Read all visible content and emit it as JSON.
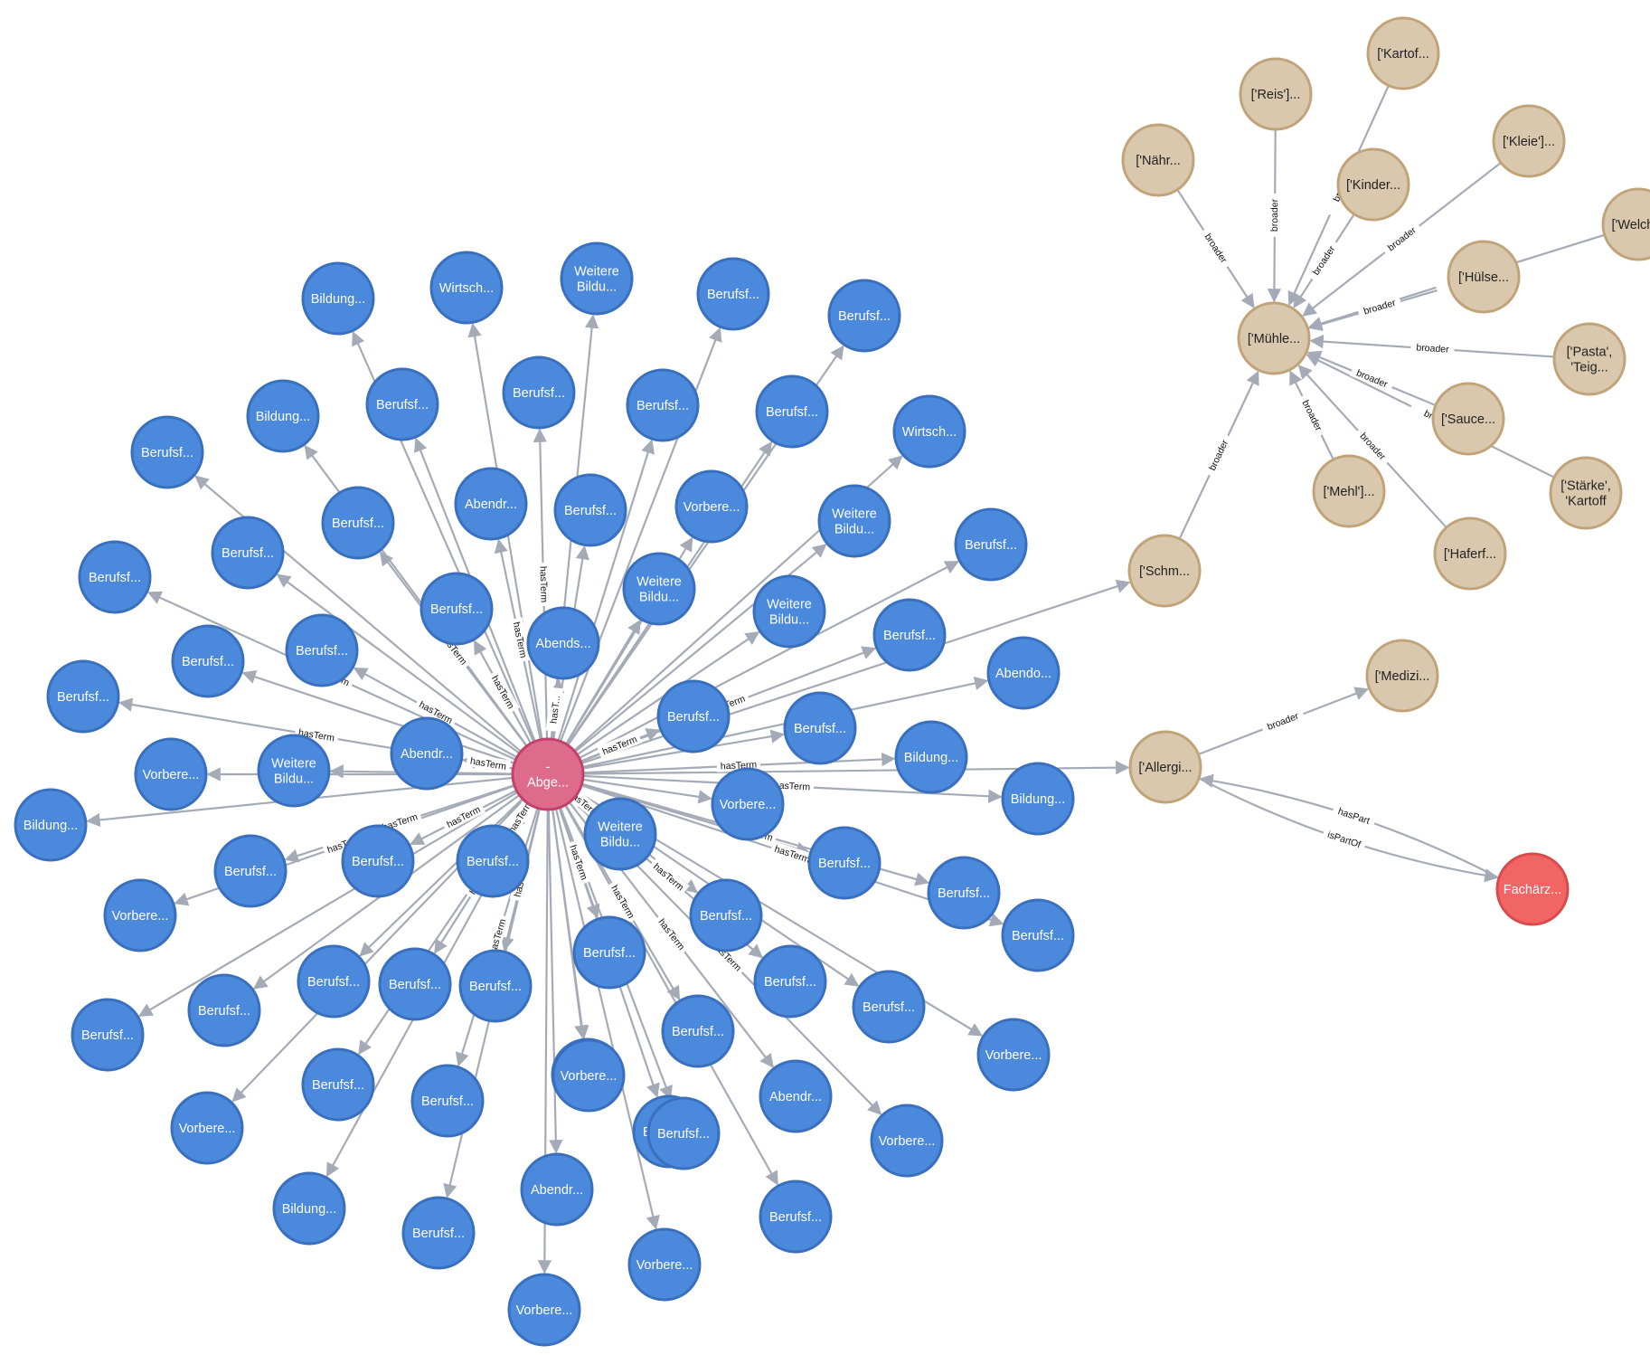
{
  "colors": {
    "term_fill": "#4a89dc",
    "term_stroke": "#3a6fbd",
    "concept_fill": "#d9c8ae",
    "concept_stroke": "#c0a378",
    "hub_fill": "#de6b8c",
    "hub_stroke": "#c2406a",
    "document_fill": "#f26565",
    "document_stroke": "#d94a4a",
    "edge": "#a5abb6"
  },
  "hub": {
    "id": "hub",
    "lines": [
      "-",
      "Abge..."
    ],
    "type": "hub"
  },
  "term_nodes": [
    {
      "id": "n1",
      "lines": [
        "Bildung..."
      ]
    },
    {
      "id": "n2",
      "lines": [
        "Wirtsch..."
      ]
    },
    {
      "id": "n3",
      "lines": [
        "Weitere",
        "Bildu..."
      ]
    },
    {
      "id": "n4",
      "lines": [
        "Berufsf..."
      ]
    },
    {
      "id": "n5",
      "lines": [
        "Berufsf..."
      ]
    },
    {
      "id": "n6",
      "lines": [
        "Bildung..."
      ]
    },
    {
      "id": "n7",
      "lines": [
        "Berufsf..."
      ]
    },
    {
      "id": "n8",
      "lines": [
        "Berufsf..."
      ]
    },
    {
      "id": "n9",
      "lines": [
        "Berufsf..."
      ]
    },
    {
      "id": "n10",
      "lines": [
        "Berufsf..."
      ]
    },
    {
      "id": "n11",
      "lines": [
        "Berufsf..."
      ]
    },
    {
      "id": "n12",
      "lines": [
        "Wirtsch..."
      ]
    },
    {
      "id": "n13",
      "lines": [
        "Abendr..."
      ]
    },
    {
      "id": "n14",
      "lines": [
        "Berufsf..."
      ]
    },
    {
      "id": "n15",
      "lines": [
        "Vorbere..."
      ]
    },
    {
      "id": "n16",
      "lines": [
        "Berufsf..."
      ]
    },
    {
      "id": "n17",
      "lines": [
        "Weitere",
        "Bildu..."
      ]
    },
    {
      "id": "n18",
      "lines": [
        "Berufsf..."
      ]
    },
    {
      "id": "n19",
      "lines": [
        "Berufsf..."
      ]
    },
    {
      "id": "n20",
      "lines": [
        "Weitere",
        "Bildu..."
      ]
    },
    {
      "id": "n21",
      "lines": [
        "Berufsf..."
      ]
    },
    {
      "id": "n22",
      "lines": [
        "Berufsf..."
      ]
    },
    {
      "id": "n23",
      "lines": [
        "Weitere",
        "Bildu..."
      ]
    },
    {
      "id": "n24",
      "lines": [
        "Berufsf..."
      ]
    },
    {
      "id": "n25",
      "lines": [
        "Abends..."
      ]
    },
    {
      "id": "n26",
      "lines": [
        "Berufsf..."
      ]
    },
    {
      "id": "n27",
      "lines": [
        "Berufsf..."
      ]
    },
    {
      "id": "n28",
      "lines": [
        "Berufsf..."
      ]
    },
    {
      "id": "n29",
      "lines": [
        "Abendo..."
      ]
    },
    {
      "id": "n30",
      "lines": [
        "Berufsf..."
      ]
    },
    {
      "id": "n31",
      "lines": [
        "Berufsf..."
      ]
    },
    {
      "id": "n32",
      "lines": [
        "Abendr..."
      ]
    },
    {
      "id": "n33",
      "lines": [
        "Bildung..."
      ]
    },
    {
      "id": "n34",
      "lines": [
        "Vorbere..."
      ]
    },
    {
      "id": "n35",
      "lines": [
        "Weitere",
        "Bildu..."
      ]
    },
    {
      "id": "n36",
      "lines": [
        "Bildung..."
      ]
    },
    {
      "id": "n37",
      "lines": [
        "Bildung..."
      ]
    },
    {
      "id": "n38",
      "lines": [
        "Vorbere..."
      ]
    },
    {
      "id": "n39",
      "lines": [
        "Weitere",
        "Bildu..."
      ]
    },
    {
      "id": "n40",
      "lines": [
        "Berufsf..."
      ]
    },
    {
      "id": "n41",
      "lines": [
        "Berufsf..."
      ]
    },
    {
      "id": "n42",
      "lines": [
        "Berufsf..."
      ]
    },
    {
      "id": "n43",
      "lines": [
        "Berufsf..."
      ]
    },
    {
      "id": "n44",
      "lines": [
        "Berufsf..."
      ]
    },
    {
      "id": "n45",
      "lines": [
        "Berufsf..."
      ]
    },
    {
      "id": "n46",
      "lines": [
        "Vorbere..."
      ]
    },
    {
      "id": "n47",
      "lines": [
        "Berufsf..."
      ]
    },
    {
      "id": "n48",
      "lines": [
        "Berufsf..."
      ]
    },
    {
      "id": "n49",
      "lines": [
        "Berufsf..."
      ]
    },
    {
      "id": "n50",
      "lines": [
        "Berufsf..."
      ]
    },
    {
      "id": "n51",
      "lines": [
        "Berufsf..."
      ]
    },
    {
      "id": "n52",
      "lines": [
        "Berufsf..."
      ]
    },
    {
      "id": "n53",
      "lines": [
        "Berufsf..."
      ]
    },
    {
      "id": "n54",
      "lines": [
        "Berufsf..."
      ]
    },
    {
      "id": "n55",
      "lines": [
        "Berufsf..."
      ]
    },
    {
      "id": "n56",
      "lines": [
        "Vorbere..."
      ]
    },
    {
      "id": "n57",
      "lines": [
        "Berufsf..."
      ]
    },
    {
      "id": "n58",
      "lines": [
        "Berufsf..."
      ]
    },
    {
      "id": "n59",
      "lines": [
        "Berufsf..."
      ]
    },
    {
      "id": "n60",
      "lines": [
        "Berufsf..."
      ]
    },
    {
      "id": "n61",
      "lines": [
        "Vorbere..."
      ]
    },
    {
      "id": "n62",
      "lines": [
        "Berufsf..."
      ]
    },
    {
      "id": "n63",
      "lines": [
        "Abendr..."
      ]
    },
    {
      "id": "n64",
      "lines": [
        "Vorbere..."
      ]
    },
    {
      "id": "n65",
      "lines": [
        "Berufsf..."
      ]
    },
    {
      "id": "n66",
      "lines": [
        "Bildung..."
      ]
    },
    {
      "id": "n67",
      "lines": [
        "Abendr..."
      ]
    },
    {
      "id": "n68",
      "lines": [
        "Vorbere..."
      ]
    },
    {
      "id": "n69",
      "lines": [
        "Berufsf..."
      ]
    },
    {
      "id": "n70",
      "lines": [
        "Vorbere..."
      ]
    },
    {
      "id": "n71",
      "lines": [
        "Vorbere..."
      ]
    },
    {
      "id": "n72",
      "lines": [
        "Berufsf..."
      ]
    }
  ],
  "concept_nodes": [
    {
      "id": "c1",
      "lines": [
        "['Kartof..."
      ]
    },
    {
      "id": "c2",
      "lines": [
        "['Reis']..."
      ]
    },
    {
      "id": "c3",
      "lines": [
        "['Nähr..."
      ]
    },
    {
      "id": "c4",
      "lines": [
        "['Kleie']..."
      ]
    },
    {
      "id": "c5",
      "lines": [
        "['Kinder..."
      ]
    },
    {
      "id": "c6",
      "lines": [
        "['Welch..."
      ]
    },
    {
      "id": "c7",
      "lines": [
        "['Hülse..."
      ]
    },
    {
      "id": "c8",
      "lines": [
        "['Mühle..."
      ]
    },
    {
      "id": "c9",
      "lines": [
        "['Pasta',",
        "'Teig..."
      ]
    },
    {
      "id": "c10",
      "lines": [
        "['Sauce..."
      ]
    },
    {
      "id": "c11",
      "lines": [
        "['Mehl']..."
      ]
    },
    {
      "id": "c12",
      "lines": [
        "['Stärke',",
        "'Kartoff"
      ]
    },
    {
      "id": "c13",
      "lines": [
        "['Haferf..."
      ]
    },
    {
      "id": "c14",
      "lines": [
        "['Schm..."
      ]
    },
    {
      "id": "c15",
      "lines": [
        "['Medizi..."
      ]
    },
    {
      "id": "c16",
      "lines": [
        "['Allergi..."
      ]
    }
  ],
  "document_node": {
    "id": "doc",
    "lines": [
      "Fachärz..."
    ]
  },
  "edge_labels": {
    "has_term": "hasTerm",
    "has_term_short": "hasT...",
    "broader": "broader",
    "broader_short_1": "bro",
    "broader_short_2": "bro",
    "broader_short_3": "bro",
    "has_part": "hasPart",
    "is_part_of": "isPartOf"
  },
  "labeled_edges": [
    {
      "to": "n21",
      "key": "has_term"
    },
    {
      "to": "n22",
      "key": "has_term"
    },
    {
      "to": "n28",
      "key": "has_term"
    },
    {
      "to": "n30",
      "key": "has_term"
    },
    {
      "to": "n37",
      "key": "has_term"
    },
    {
      "to": "n39",
      "key": "has_term"
    },
    {
      "to": "n40",
      "key": "has_term"
    },
    {
      "to": "n41",
      "key": "has_term"
    },
    {
      "to": "n42",
      "key": "has_term"
    },
    {
      "to": "n49",
      "key": "has_term"
    },
    {
      "to": "n48",
      "key": "has_term"
    },
    {
      "to": "n59",
      "key": "has_term"
    },
    {
      "to": "n60",
      "key": "has_term"
    },
    {
      "to": "n63",
      "key": "has_term"
    },
    {
      "to": "n64",
      "key": "has_term"
    },
    {
      "to": "n55",
      "key": "has_term"
    },
    {
      "to": "n45",
      "key": "has_term"
    },
    {
      "to": "n46",
      "key": "has_term"
    },
    {
      "to": "n24",
      "key": "has_term"
    },
    {
      "to": "n27",
      "key": "has_term"
    },
    {
      "to": "n14",
      "key": "has_term"
    },
    {
      "to": "n16",
      "key": "has_term"
    },
    {
      "to": "n8",
      "key": "has_term"
    },
    {
      "to": "n33",
      "key": "has_term"
    },
    {
      "to": "n32",
      "key": "has_term"
    },
    {
      "to": "n35",
      "key": "has_term"
    },
    {
      "to": "n25",
      "key": "has_term_short"
    },
    {
      "to": "n13",
      "key": "has_term"
    },
    {
      "to": "n47",
      "key": "has_term"
    },
    {
      "to": "n58",
      "key": "has_term"
    },
    {
      "to": "n53",
      "key": "has_term"
    }
  ],
  "broader_labeled": [
    {
      "from": "c3",
      "key": "broader"
    },
    {
      "from": "c2",
      "key": "broader"
    },
    {
      "from": "c1",
      "key": "broader_short_1"
    },
    {
      "from": "c5",
      "key": "broader"
    },
    {
      "from": "c4",
      "key": "broader"
    },
    {
      "from": "c6",
      "key": "broader_short_2"
    },
    {
      "from": "c7",
      "key": "broader"
    },
    {
      "from": "c9",
      "key": "broader"
    },
    {
      "from": "c10",
      "key": "broader"
    },
    {
      "from": "c12",
      "key": "broader_short_3"
    },
    {
      "from": "c11",
      "key": "broader"
    },
    {
      "from": "c13",
      "key": "broader"
    },
    {
      "from": "c14",
      "key": "broader"
    },
    {
      "from": "c15",
      "key": "broader"
    }
  ],
  "doc_edges": [
    {
      "from": "doc",
      "to": "c16",
      "key": "has_part"
    },
    {
      "from": "c16",
      "to": "doc",
      "key": "is_part_of"
    }
  ],
  "hub_to_concepts": [
    "c14",
    "c16"
  ]
}
